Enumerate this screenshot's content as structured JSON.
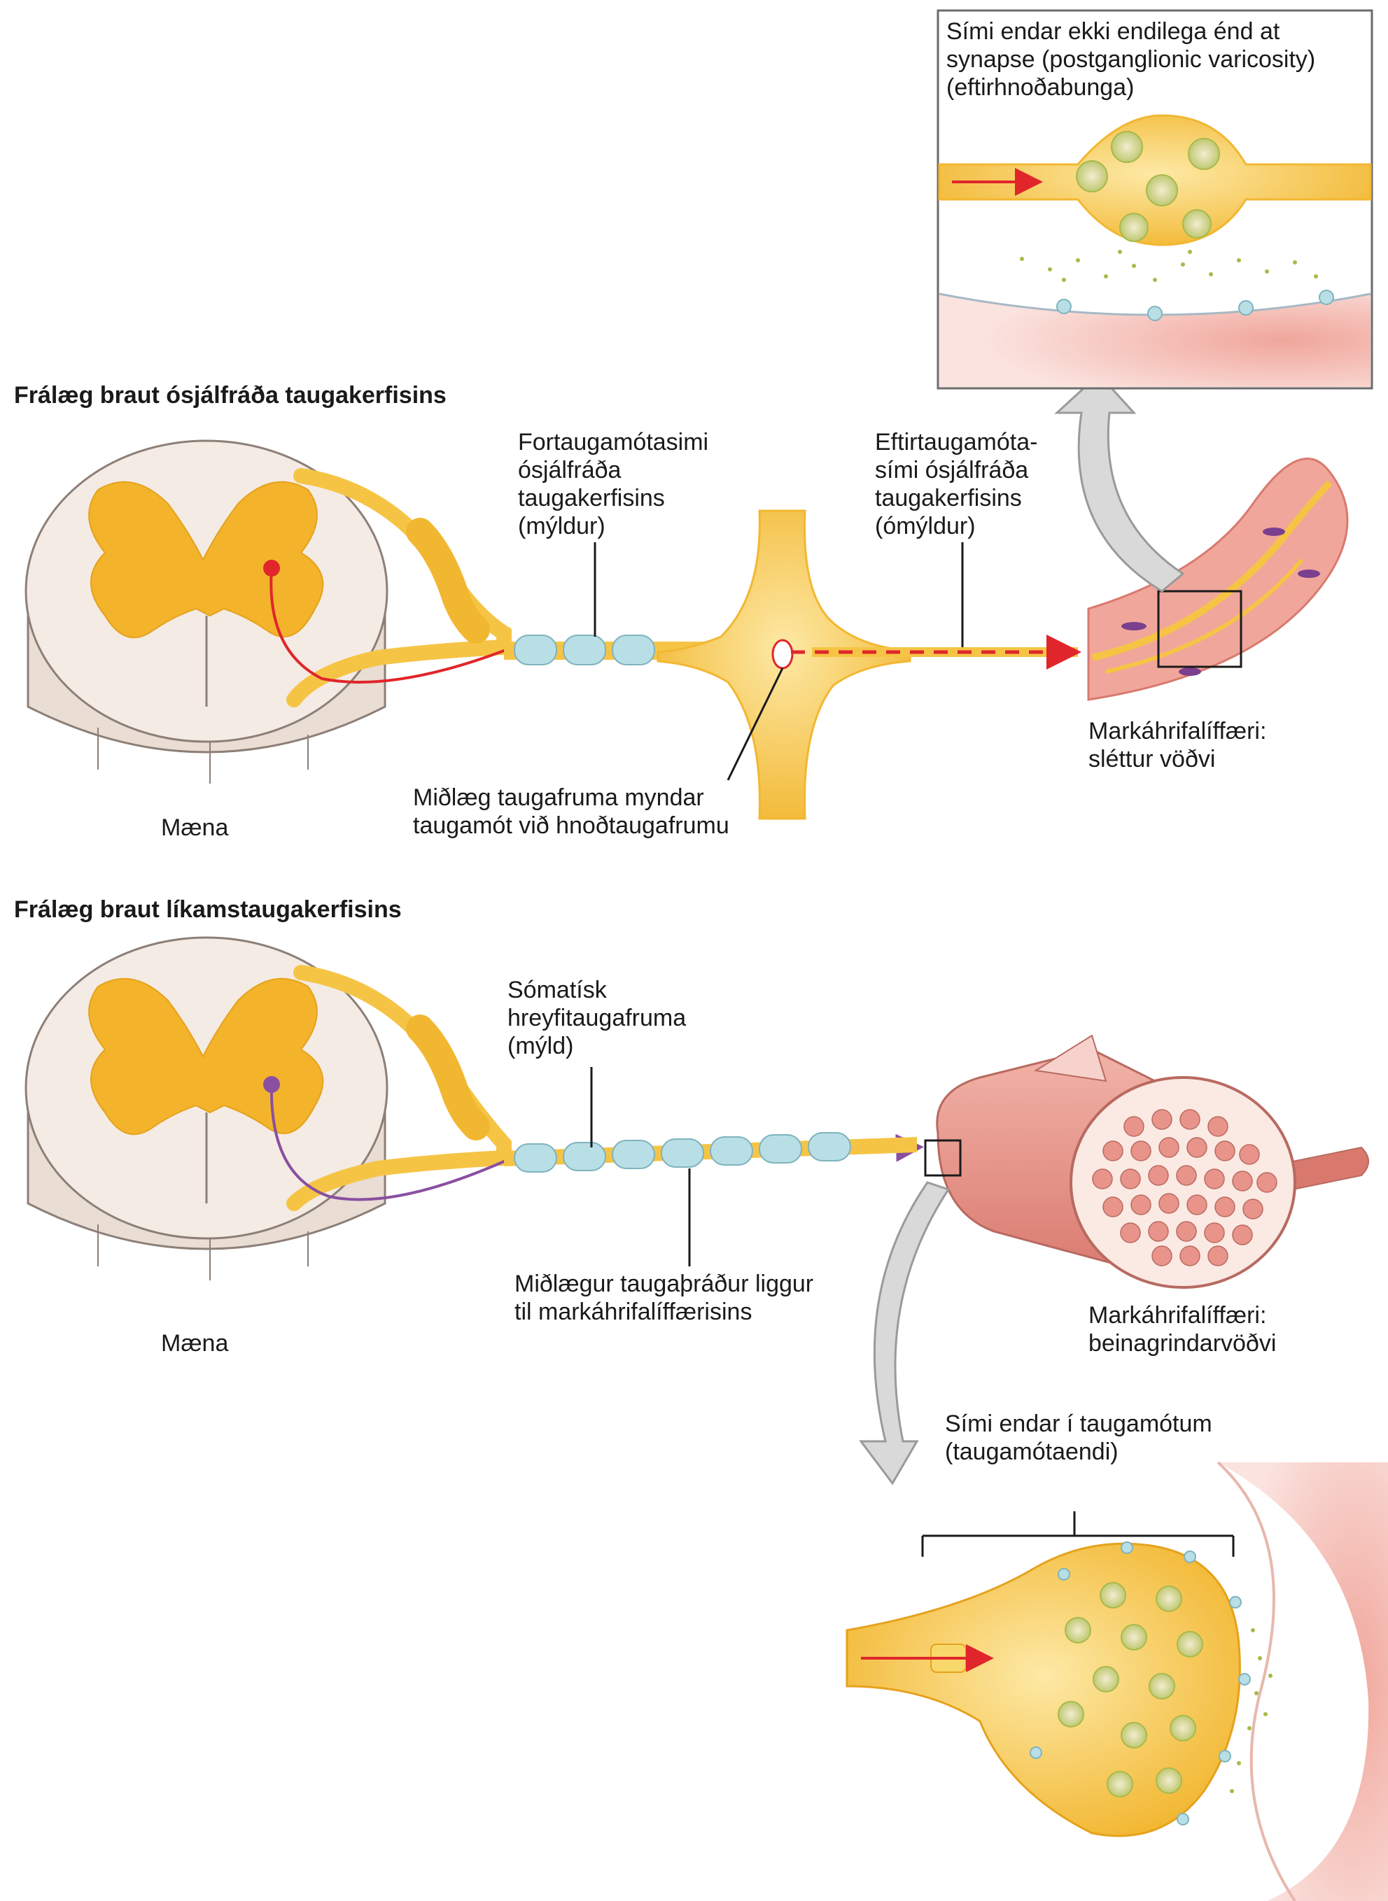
{
  "sections": {
    "autonomic_title": "Frálæg braut ósjálfráða taugakerfisins",
    "somatic_title": "Frálæg braut líkamstaugakerfisins"
  },
  "labels": {
    "spinal_cord_top": "Mæna",
    "spinal_cord_bottom": "Mæna",
    "preganglionic": "Fortaugamótasimi\nósjálfráða\ntaugakerfisins\n(mýldur)",
    "postganglionic": "Eftirtaugamóta-\nsími ósjálfráða\ntaugakerfisins\n(ómýldur)",
    "central_neuron": "Miðlæg taugafruma myndar\ntaugamót við hnoðtaugafrumu",
    "smooth_muscle": "Markáhrifalíffæri:\nsléttur vöðvi",
    "varicosity": "Sími endar ekki endilega énd at\nsynapse (postganglionic varicosity)\n(eftirhnoðabunga)",
    "somatic_motor": "Sómatísk\nhreyfitaugafruma\n(mýld)",
    "central_axon": "Miðlægur taugaþráður liggur\ntil markáhrifalíffærisins",
    "skeletal_muscle": "Markáhrifalíffæri:\nbeinagrindarvöðvi",
    "nmj": "Sími endar í taugamótum\n(taugamótaendi)"
  },
  "colors": {
    "nerve_yellow": "#f6c445",
    "grey_matter": "#f3b42c",
    "cord_white": "#f4ebe4",
    "myelin": "#b9dfe6",
    "autonomic_signal": "#e0262a",
    "somatic_signal": "#8a4fa0",
    "muscle_pink": "#e8948a",
    "vesicle_green": "#a9b94c"
  }
}
